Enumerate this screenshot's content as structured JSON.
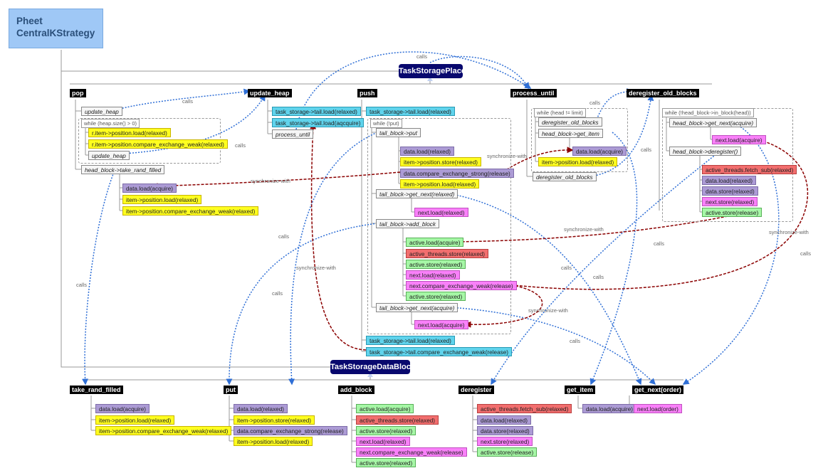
{
  "title_lines": [
    "Pheet",
    "CentralKStrategy"
  ],
  "classes": {
    "place": "TaskStoragePlace",
    "block": "TaskStorageDataBlock"
  },
  "headers": {
    "pop": "pop",
    "update_heap": "update_heap",
    "push": "push",
    "process_until": "process_until",
    "deregister_old_blocks": "deregister_old_blocks",
    "take_rand_filled": "take_rand_filled",
    "put": "put",
    "add_block": "add_block",
    "deregister": "deregister",
    "get_item": "get_item",
    "get_next_order": "get_next(order)"
  },
  "loops": {
    "pop_while": "while (heap.size() > 0)",
    "push_while": "while (!put)",
    "process_while": "while (head != limit)",
    "dereg_while": "while (!head_block->in_block(head))"
  },
  "pop": {
    "update_heap": "update_heap",
    "r_pos_load": "r.item->position.load(relaxed)",
    "r_pos_cas": "r.item->position.compare_exchange_weak(relaxed)",
    "update_heap2": "update_heap",
    "take_rand": "head_block->take_rand_filled",
    "data_load": "data.load(acquire)",
    "item_pos_load": "item->position.load(relaxed)",
    "item_pos_cas": "item->position.compare_exchange_weak(relaxed)"
  },
  "update_heap": {
    "tail_relaxed": "task_storage->tail.load(relaxed)",
    "tail_aqcuire": "task_storage->tail.load(aqcquire)",
    "process_until": "process_until"
  },
  "push": {
    "tail_load": "task_storage->tail.load(relaxed)",
    "tb_put": "tail_block->put",
    "data_load": "data.load(relaxed)",
    "pos_store": "item->position.store(relaxed)",
    "data_cas": "data.compare_exchange_strong(release)",
    "pos_load": "item->position.load(relaxed)",
    "tb_get_next_relaxed": "tail_block->get_next(relaxed)",
    "next_load_relaxed": "next.load(relaxed)",
    "tb_add_block": "tail_block->add_block",
    "active_load": "active.load(acquire)",
    "active_threads_store": "active_threads.store(relaxed)",
    "active_store": "active.store(relaxed)",
    "next_load": "next.load(relaxed)",
    "next_cas": "next.compare_exchange_weak(release)",
    "active_store2": "active.store(relaxed)",
    "tb_get_next_acquire": "tail_block->get_next(acquire)",
    "next_load_acquire": "next.load(acquire)",
    "tail_load2": "task_storage->tail.load(relaxed)",
    "tail_cas": "task_storage->tail.compare_exchange_weak(release)"
  },
  "process_until": {
    "dereg_old": "deregister_old_blocks",
    "get_item": "head_block->get_item",
    "data_load": "data.load(acquire)",
    "pos_load": "item->position.load(relaxed)",
    "dereg_old2": "deregister_old_blocks"
  },
  "dereg_old_blocks": {
    "get_next_acquire": "head_block->get_next(acquire)",
    "next_load": "next.load(acquire)",
    "deregister": "head_block->deregister()",
    "fetch_sub": "active_threads.fetch_sub(relaxed)",
    "data_load": "data.load(relaxed)",
    "data_store": "data.store(relaxed)",
    "next_store": "next.store(relaxed)",
    "active_store": "active.store(release)"
  },
  "block_take_rand": {
    "data_load": "data.load(acquire)",
    "pos_load": "item->position.load(relaxed)",
    "pos_cas": "item->position.compare_exchange_weak(relaxed)"
  },
  "block_put": {
    "data_load": "data.load(relaxed)",
    "pos_store": "item->position.store(relaxed)",
    "data_cas": "data.compare_exchange_strong(release)",
    "pos_load": "item->position.load(relaxed)"
  },
  "block_add_block": {
    "active_load": "active.load(acquire)",
    "threads_store": "active_threads.store(relaxed)",
    "active_store": "active.store(relaxed)",
    "next_load": "next.load(relaxed)",
    "next_cas": "next.compare_exchange_weak(release)",
    "active_store2": "active.store(relaxed)"
  },
  "block_deregister": {
    "fetch_sub": "active_threads.fetch_sub(relaxed)",
    "data_load": "data.load(relaxed)",
    "data_store": "data.store(relaxed)",
    "next_store": "next.store(relaxed)",
    "active_store": "active.store(release)"
  },
  "block_get_item": {
    "data_load": "data.load(acquire)"
  },
  "block_get_next": {
    "next_load": "next.load(order)"
  },
  "edge_labels": {
    "calls": "calls",
    "sync": "synchronize-with"
  },
  "colors": {
    "plain": "#f6f6f6",
    "yellow": "#ffff1f",
    "purple": "#ac9bd5",
    "pink": "#f980f9",
    "green": "#a6f7a6",
    "red": "#f26e6e",
    "cyan": "#5fd3ec",
    "class_pill": "#08086e",
    "title_box": "#9fc8f6",
    "calls_edge": "#2f6fd6",
    "sync_edge": "#8b0000"
  }
}
